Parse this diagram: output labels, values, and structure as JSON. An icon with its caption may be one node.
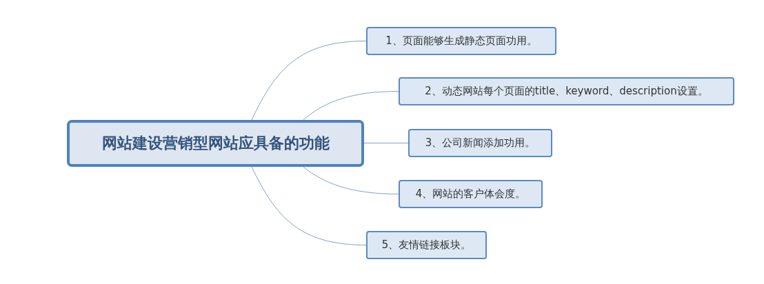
{
  "diagram": {
    "nodes": [
      {
        "text": [
          "网站建设营销型网站应具备的功能"
        ]
      },
      {
        "text": [
          "1、页面能够生成静态页面功用。"
        ]
      },
      {
        "text": [
          "2、动态网站每个页面的title、keyword、description设置。"
        ]
      },
      {
        "text": [
          "3、公司新闻添加功用。"
        ]
      },
      {
        "text": [
          "4、网站的客户体会度。"
        ]
      },
      {
        "text": [
          "5、友情链接板块。"
        ]
      }
    ],
    "edges": [
      {
        "from": 0,
        "to": 1,
        "arrow": "none"
      },
      {
        "from": 0,
        "to": 2,
        "arrow": "none"
      },
      {
        "from": 0,
        "to": 3,
        "arrow": "none"
      },
      {
        "from": 0,
        "to": 4,
        "arrow": "none"
      },
      {
        "from": 0,
        "to": 5,
        "arrow": "none"
      }
    ]
  }
}
